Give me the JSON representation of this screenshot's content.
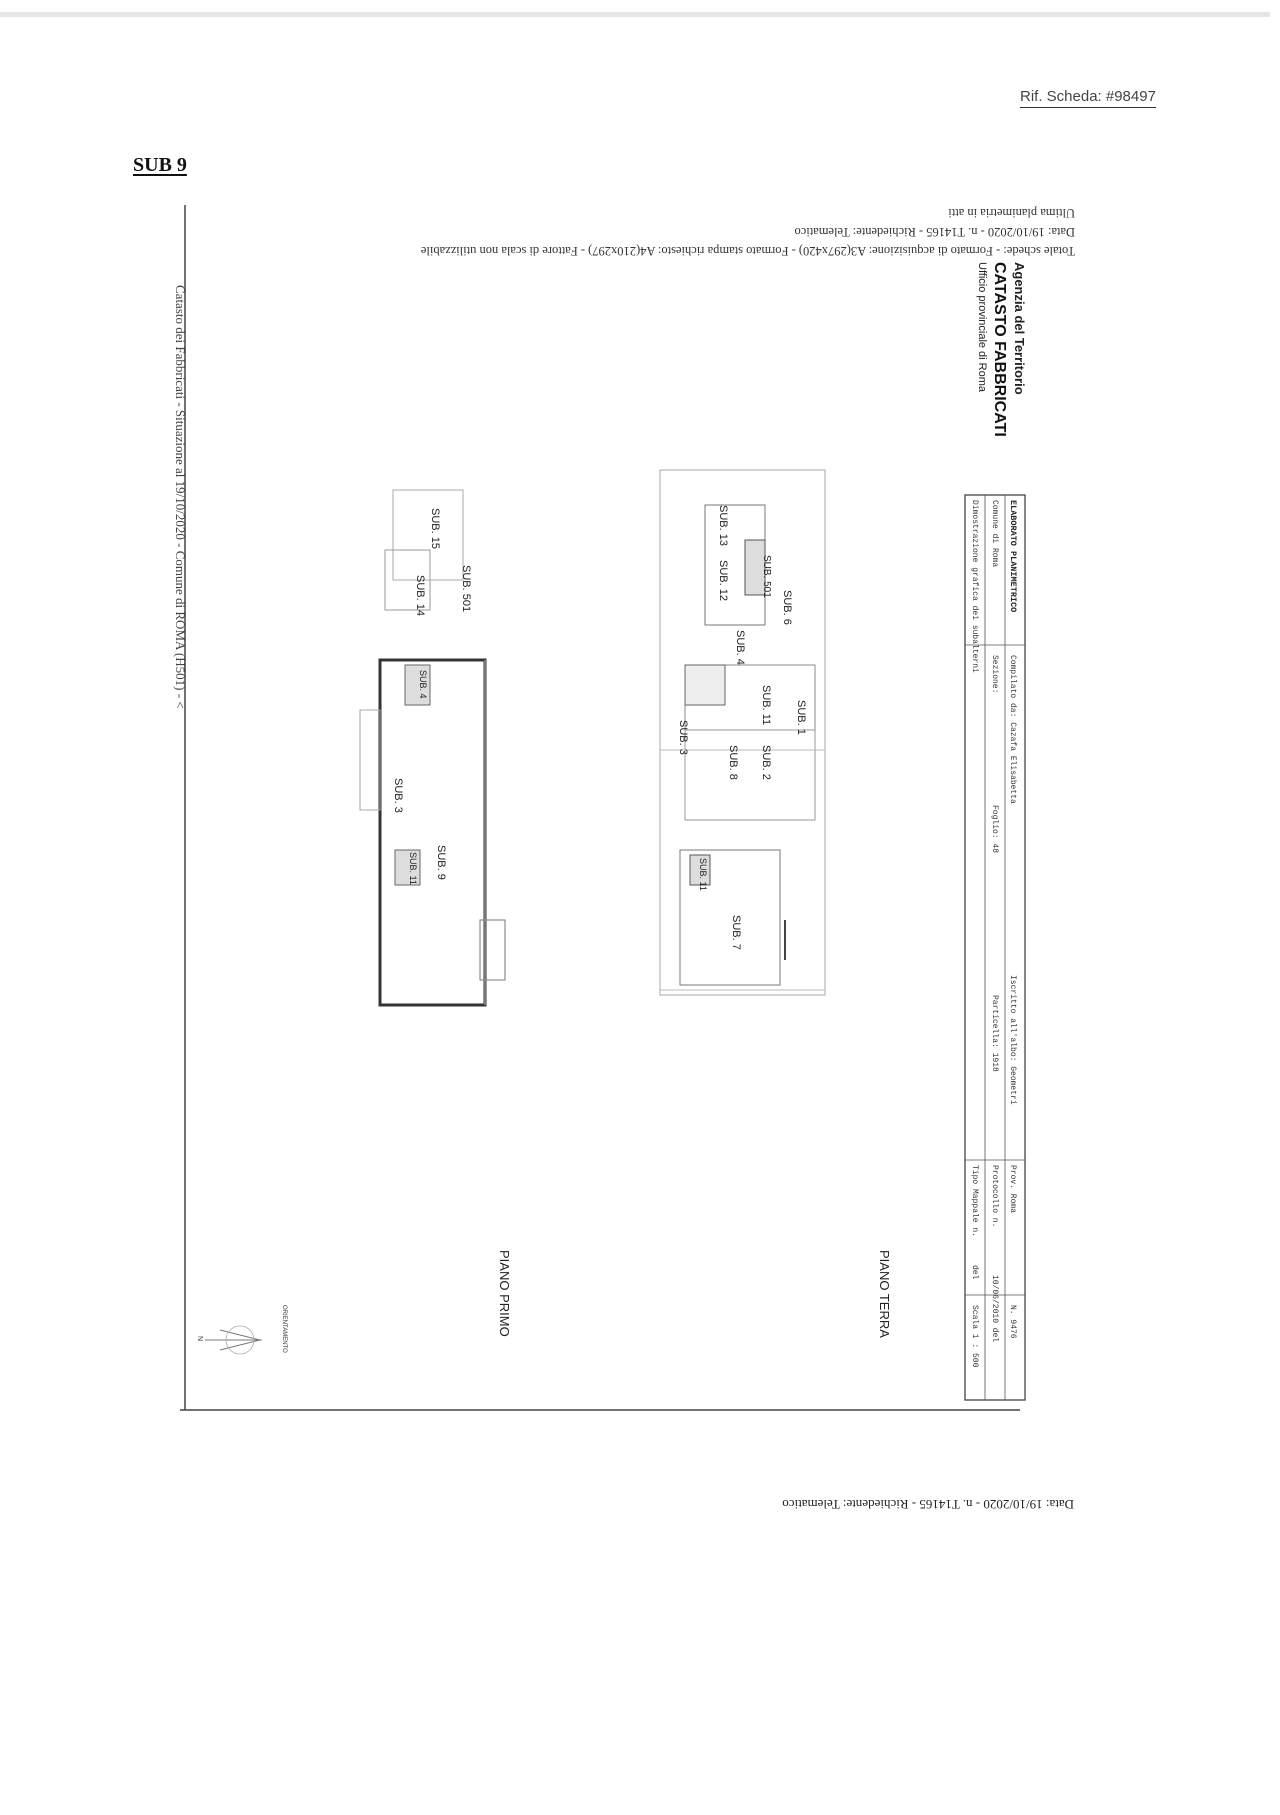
{
  "header": {
    "rif_scheda": "Rif. Scheda: #98497",
    "sub_title": "SUB 9"
  },
  "sheet": {
    "agency": "Agenzia del Territorio",
    "catasto": "CATASTO FABBRICATI",
    "ufficio": "Ufficio provinciale di Roma",
    "ultima_planimetria": "Ultima planimetria in atti",
    "data_line": "Data: 19/10/2020 - n. T14165 - Richiedente: Telematico",
    "totale_schede": "Totale schede: - Formato di acquisizione: A3(297x420) - Formato stampa richiesto: A4(210x297) - Fattore di scala non utilizzabile",
    "left_margin": "Catasto dei Fabbricati - Situazione al 19/10/2020 - Comune di ROMA (H501) - <",
    "bottom_data": "Data: 19/10/2020 - n. T14165 - Richiedente: Telematico",
    "table": {
      "elaborato": "ELABORATO PLANIMETRICO",
      "compilato": "Compilato da: Cazafa Elisabetta",
      "iscritto": "Iscritto all'albo: Geometri",
      "prov": "Prov. Roma",
      "numero": "N. 9476",
      "comune": "Comune di Roma",
      "sezione": "Sezione:",
      "foglio": "Foglio: 48",
      "particella": "Particella: 1918",
      "protocollo": "Protocollo n.",
      "del_data": "10/06/2010 del",
      "dimostrazione": "Dimostrazione grafica dei subalterni",
      "tipo_mappale": "Tipo Mappale n.",
      "del": "del",
      "scala": "Scala 1 : 500"
    },
    "labels": {
      "piano_terra": "PIANO TERRA",
      "piano_primo": "PIANO PRIMO",
      "orientamento": "ORIENTAMENTO",
      "north": "N"
    },
    "subs_ground": [
      "SUB. 1",
      "SUB. 2",
      "SUB. 11",
      "SUB. 8",
      "SUB. 3",
      "SUB. 4",
      "SUB. 6",
      "SUB. 501",
      "SUB. 13",
      "SUB. 12",
      "SUB. 7",
      "SUB. 11"
    ],
    "subs_first": [
      "SUB. 501",
      "SUB. 15",
      "SUB. 14",
      "SUB. 9",
      "SUB. 3",
      "SUB. 4",
      "SUB. 11"
    ]
  }
}
